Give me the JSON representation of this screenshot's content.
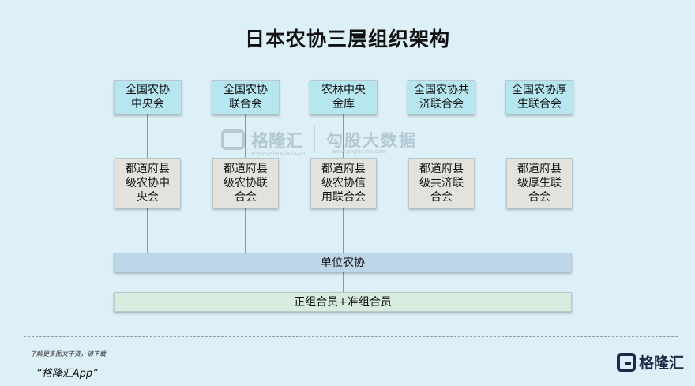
{
  "title": "日本农协三层组织架构",
  "top_row": [
    {
      "label": "全国农协\n中央会"
    },
    {
      "label": "全国农协\n联合会"
    },
    {
      "label": "农林中央\n金库"
    },
    {
      "label": "全国农协共\n济联合会"
    },
    {
      "label": "全国农协厚\n生联合会"
    }
  ],
  "mid_row": [
    {
      "label": "都道府县\n级农协中\n央会"
    },
    {
      "label": "都道府县\n级农协联\n合会"
    },
    {
      "label": "都道府县\n级农协信\n用联合会"
    },
    {
      "label": "都道府县\n级共济联\n合会"
    },
    {
      "label": "都道府县\n级厚生联\n合会"
    }
  ],
  "bar1": "单位农协",
  "bar2": "正组合员+准组合员",
  "watermark": {
    "brand": "格隆汇",
    "brand_url": "www.gelonghui.com",
    "brand2": "勾股大数据",
    "brand2_url": "www.gogudata.com"
  },
  "footer": {
    "line1": "了解更多图文干货，请下载",
    "line2": "“格隆汇App”"
  },
  "logo_text": "格隆汇",
  "colors": {
    "background": "#ddf0f8",
    "top_box": "#b6e7f1",
    "mid_box": "#e3e2dc",
    "bar1": "#bed6ea",
    "bar2": "#d7ecde"
  }
}
